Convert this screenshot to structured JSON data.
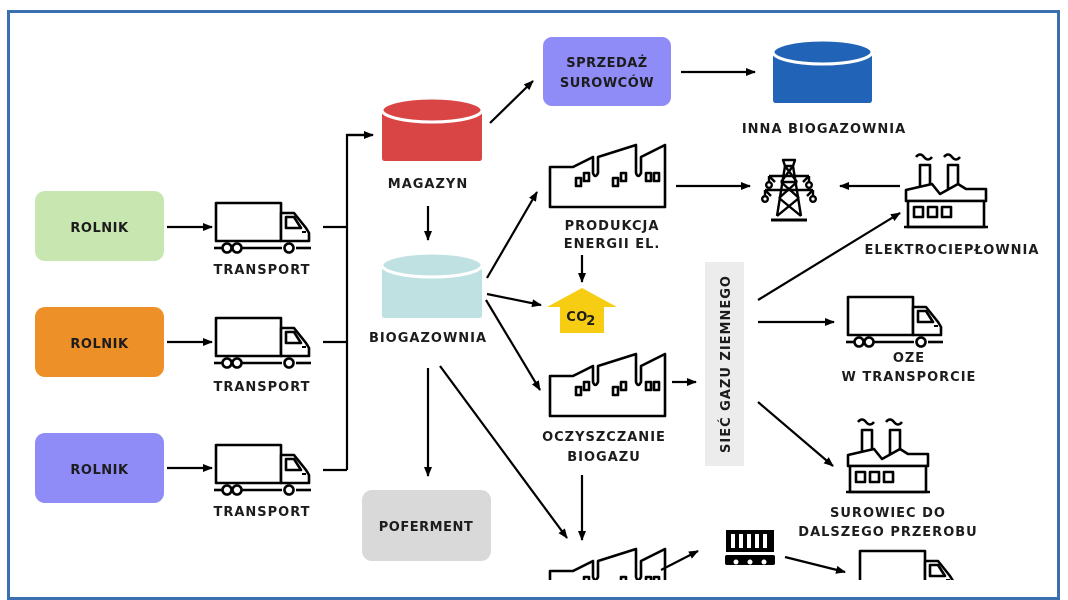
{
  "diagram": {
    "farmers": [
      {
        "label": "ROLNIK",
        "color": "#c7e6b0"
      },
      {
        "label": "ROLNIK",
        "color": "#ee9028"
      },
      {
        "label": "ROLNIK",
        "color": "#8f8cf8"
      }
    ],
    "transport_label": "TRANSPORT",
    "storage": {
      "label": "MAGAZYN",
      "color": "#d94545"
    },
    "biogas_plant": {
      "label": "BIOGAZOWNIA",
      "color": "#bfe1e1"
    },
    "digestate": {
      "label": "POFERMENT",
      "color": "#d9d9d9"
    },
    "raw_sale": {
      "line1": "SPRZEDAŻ",
      "line2": "SUROWCÓW",
      "color": "#8f8cf8"
    },
    "other_biogas_plant": {
      "label": "INNA BIOGAZOWNIA",
      "color": "#2163b6"
    },
    "power_production": {
      "line1": "PRODUKCJA",
      "line2": "ENERGII EL."
    },
    "co2": {
      "label": "CO",
      "subscript": "2",
      "color": "#f6cd13"
    },
    "purification": {
      "line1": "OCZYSZCZANIE",
      "line2": "BIOGAZU"
    },
    "gas_grid": {
      "label": "SIEĆ GAZU ZIEMNEGO",
      "color": "#ececec"
    },
    "chp_plant": {
      "label": "ELEKTROCIEPŁOWNIA"
    },
    "transport_res": {
      "line1": "OZE",
      "line2": "W TRANSPORCIE"
    },
    "further_processing": {
      "line1": "SUROWIEC DO",
      "line2": "DALSZEGO PRZEROBU"
    },
    "frame_color": "#3a6fb0"
  }
}
